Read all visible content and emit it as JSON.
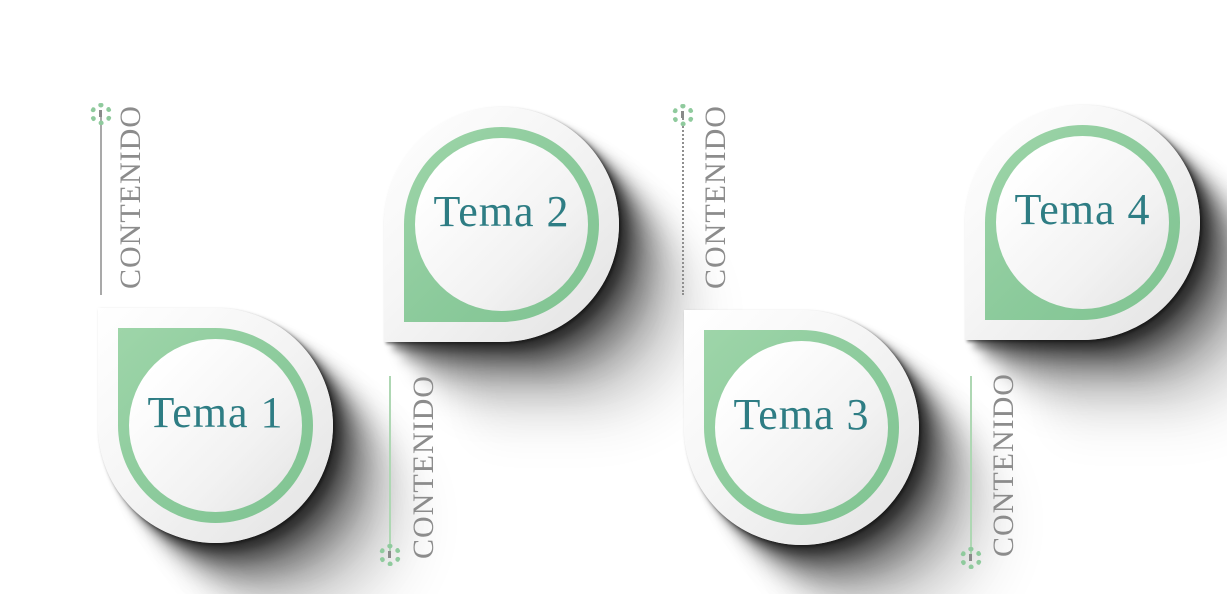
{
  "topics": [
    {
      "title": "Tema 1"
    },
    {
      "title": "Tema 2"
    },
    {
      "title": "Tema 3"
    },
    {
      "title": "Tema 4"
    }
  ],
  "connectors": [
    {
      "label": "CONTENIDO",
      "marker_position": "top",
      "line_style": "solid-gray"
    },
    {
      "label": "CONTENIDO",
      "marker_position": "bottom",
      "line_style": "solid-green"
    },
    {
      "label": "CONTENIDO",
      "marker_position": "top",
      "line_style": "dotted-gray"
    },
    {
      "label": "CONTENIDO",
      "marker_position": "bottom",
      "line_style": "solid-green"
    }
  ],
  "colors": {
    "accent_green": "#8bca9b",
    "marker_green": "#aed7b3",
    "ring_green": "#8fca9d",
    "title_teal": "#2e7d84",
    "label_gray": "#8c8c8c",
    "line_gray": "#a9a9a9",
    "background": "#ffffff"
  }
}
